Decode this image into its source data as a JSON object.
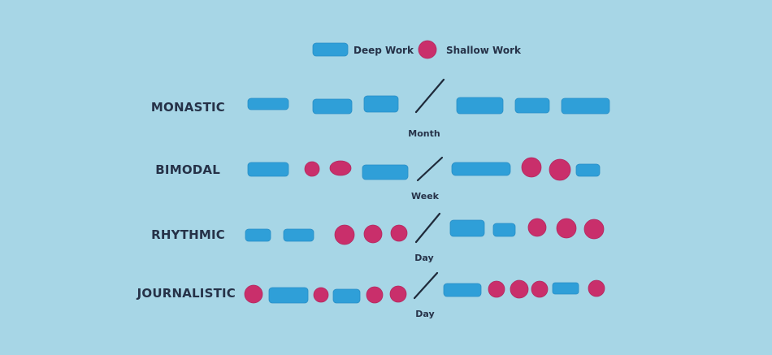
{
  "legend": {
    "deep_label": "Deep Work",
    "shallow_label": "Shallow Work"
  },
  "colors": {
    "background": "#a7d6e6",
    "deep": "#2f9fd8",
    "shallow": "#c92f6b",
    "text": "#263248"
  },
  "rows": [
    {
      "label": "MONASTIC",
      "divider": "Month",
      "before": [
        "deep",
        "deep",
        "deep"
      ],
      "after": [
        "deep",
        "deep",
        "deep"
      ]
    },
    {
      "label": "BIMODAL",
      "divider": "Week",
      "before": [
        "deep",
        "shallow",
        "shallow",
        "deep"
      ],
      "after": [
        "deep",
        "shallow",
        "shallow",
        "deep"
      ]
    },
    {
      "label": "RHYTHMIC",
      "divider": "Day",
      "before": [
        "deep",
        "deep",
        "shallow",
        "shallow",
        "shallow"
      ],
      "after": [
        "deep",
        "deep",
        "shallow",
        "shallow",
        "shallow"
      ]
    },
    {
      "label": "JOURNALISTIC",
      "divider": "Day",
      "before": [
        "shallow",
        "deep",
        "shallow",
        "deep",
        "shallow",
        "shallow"
      ],
      "after": [
        "deep",
        "shallow",
        "shallow",
        "shallow",
        "deep",
        "shallow"
      ]
    }
  ]
}
